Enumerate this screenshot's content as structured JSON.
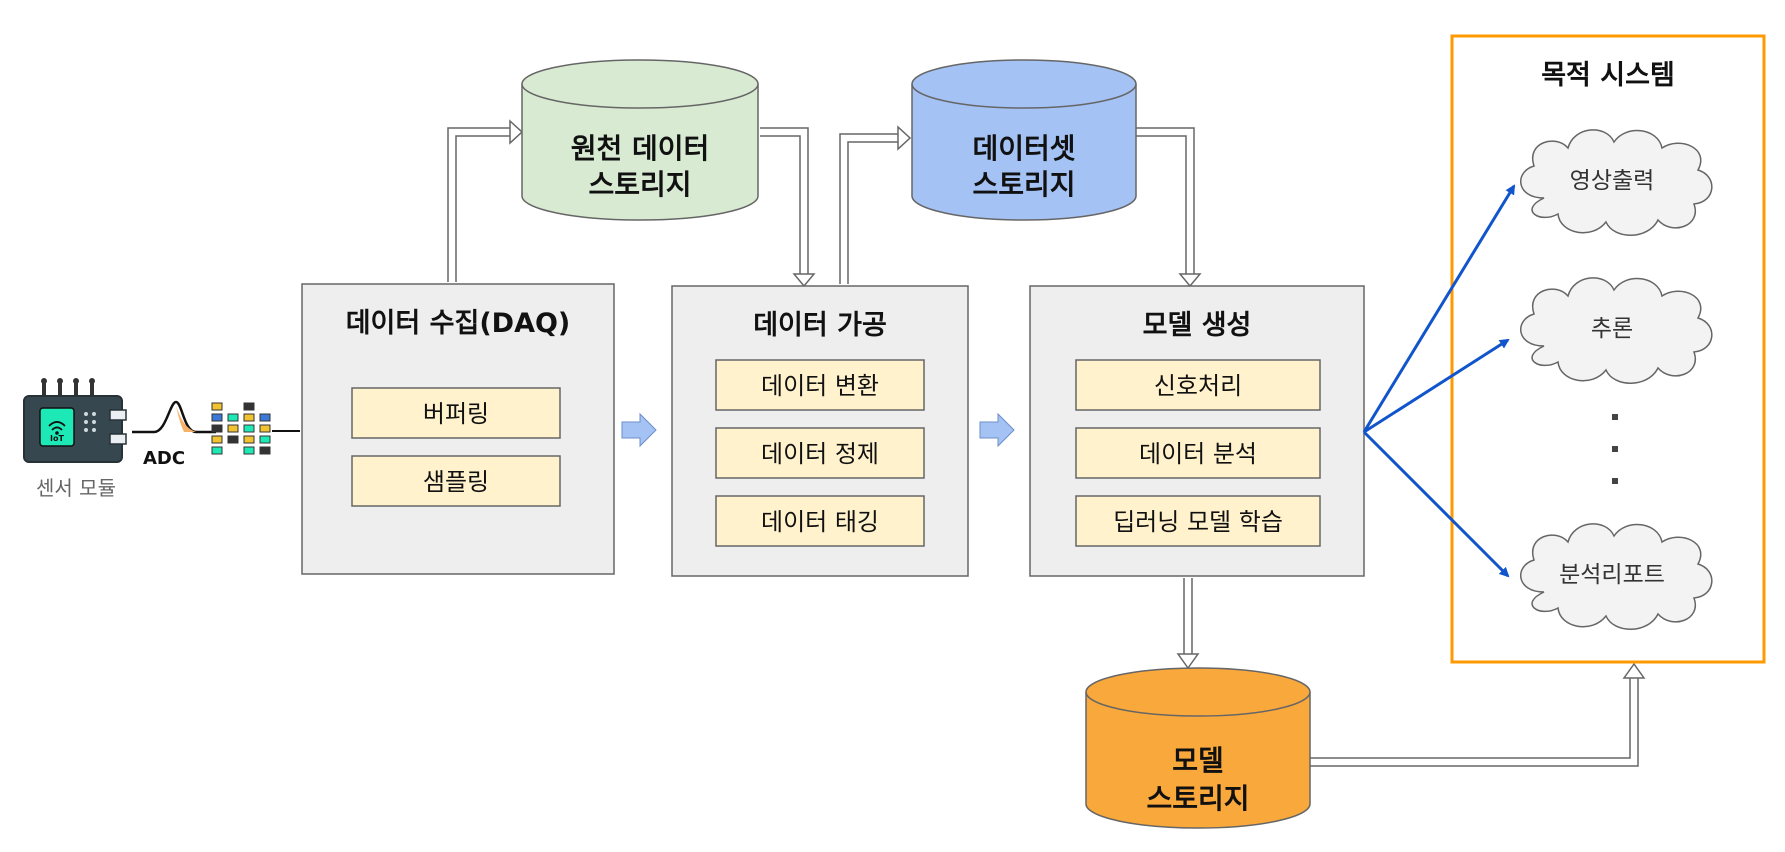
{
  "sensor": {
    "label": "센서 모듈",
    "iot": "IoT",
    "adc": "ADC"
  },
  "storages": {
    "raw": {
      "line1": "원천 데이터",
      "line2": "스토리지",
      "color": "#d9ead3"
    },
    "dataset": {
      "line1": "데이터셋",
      "line2": "스토리지",
      "color": "#a4c2f4"
    },
    "model": {
      "line1": "모델",
      "line2": "스토리지",
      "color": "#f9a83b"
    }
  },
  "stages": {
    "daq": {
      "title": "데이터 수집(DAQ)",
      "items": [
        "버퍼링",
        "샘플링"
      ]
    },
    "processing": {
      "title": "데이터 가공",
      "items": [
        "데이터 변환",
        "데이터 정제",
        "데이터 태깅"
      ]
    },
    "modeling": {
      "title": "모델 생성",
      "items": [
        "신호처리",
        "데이터 분석",
        "딥러닝 모델 학습"
      ]
    }
  },
  "target": {
    "title": "목적 시스템",
    "outputs": [
      "영상출력",
      "추론",
      "분석리포트"
    ],
    "ellipsis": "⋮"
  },
  "colors": {
    "stage_fill": "#eeeeee",
    "item_fill": "#fff2cc",
    "target_border": "#ff9900",
    "blue_arrow": "#1155cc",
    "block_arrow": "#a4c2f4"
  }
}
